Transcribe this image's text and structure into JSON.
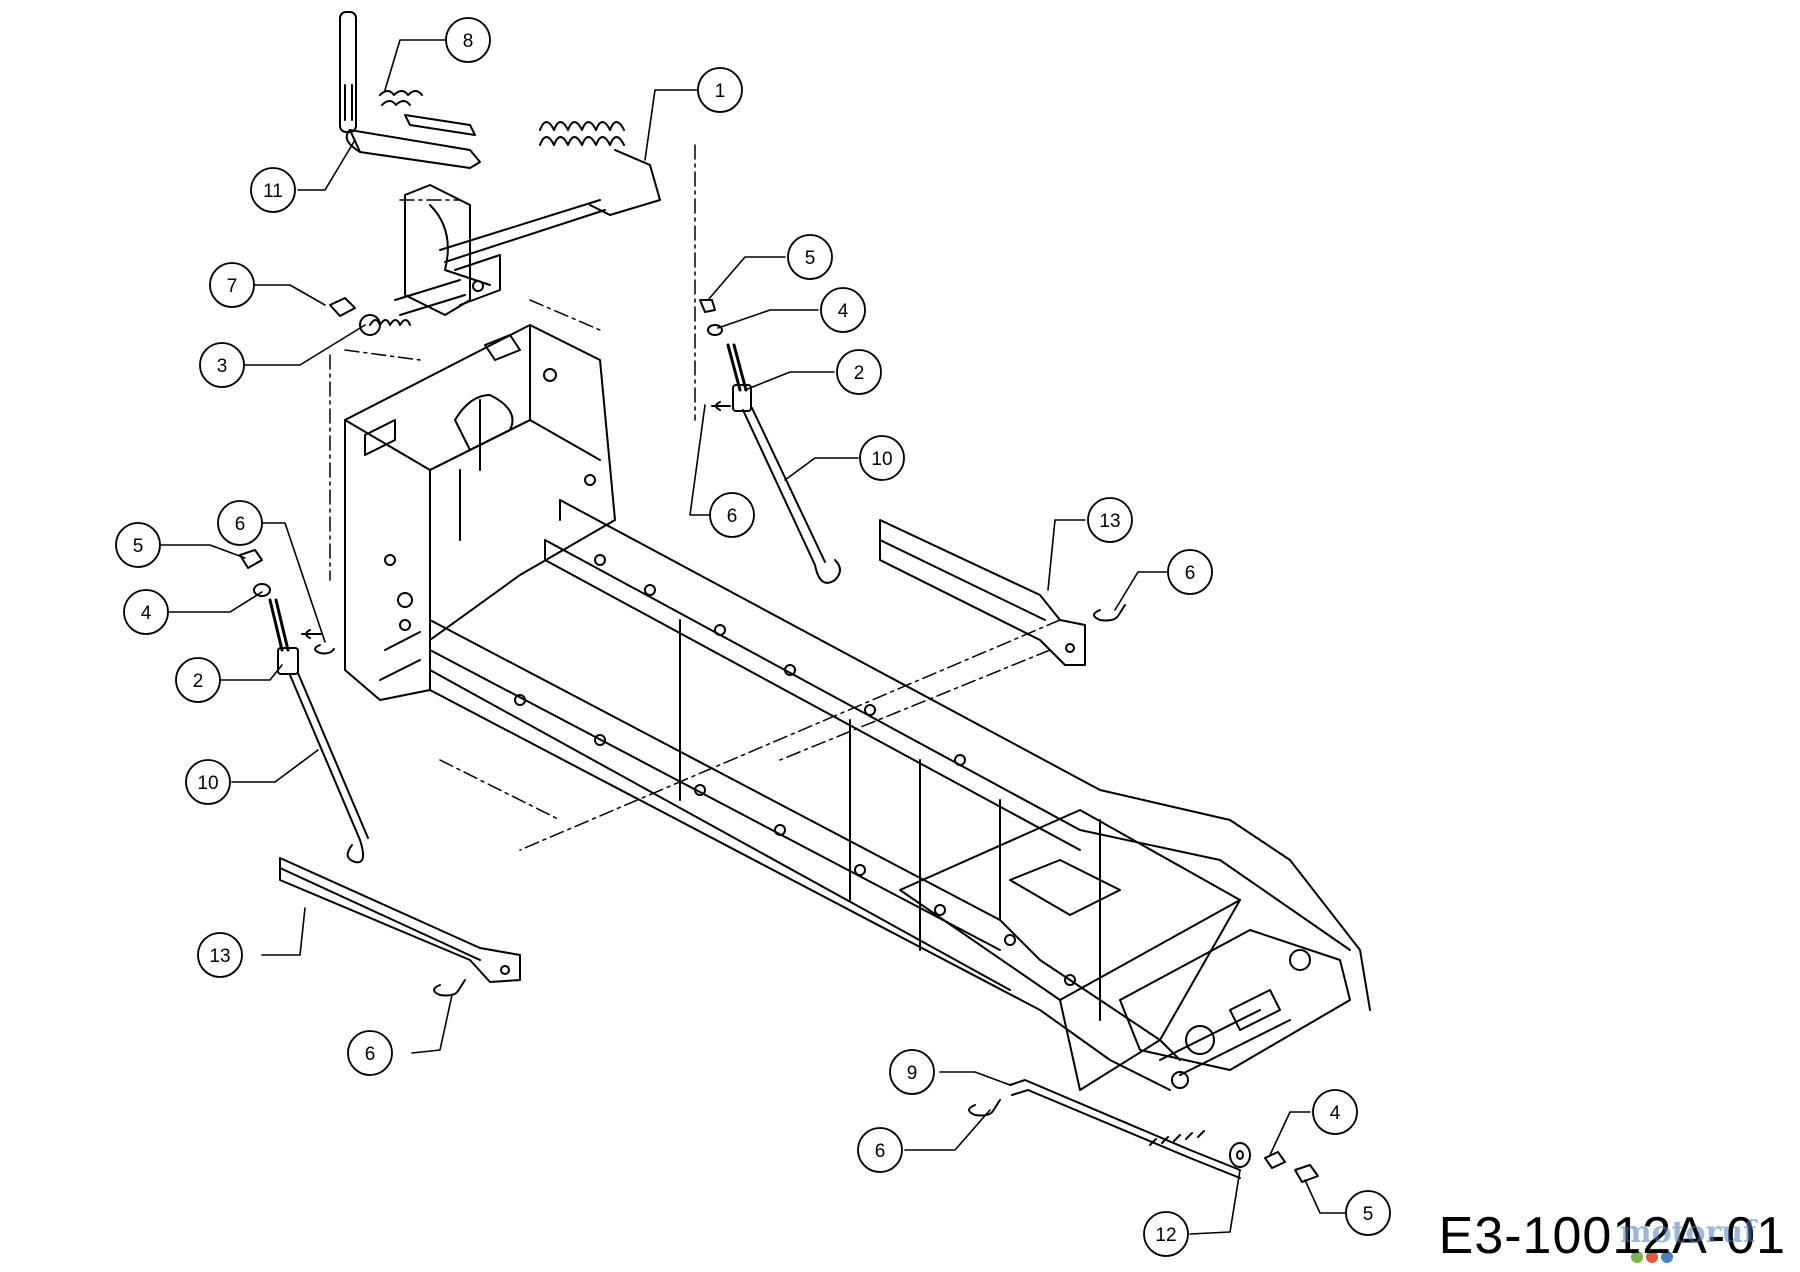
{
  "figure_id": "E3-10012A-01",
  "watermark": "motoruf",
  "colors": {
    "line": "#000000",
    "background": "#ffffff",
    "watermark": "#4a7fc0"
  },
  "callouts": [
    {
      "id": "c8",
      "label": "8"
    },
    {
      "id": "c1",
      "label": "1"
    },
    {
      "id": "c11",
      "label": "11"
    },
    {
      "id": "c7",
      "label": "7"
    },
    {
      "id": "c3",
      "label": "3"
    },
    {
      "id": "c5a",
      "label": "5"
    },
    {
      "id": "c4a",
      "label": "4"
    },
    {
      "id": "c2a",
      "label": "2"
    },
    {
      "id": "c10a",
      "label": "10"
    },
    {
      "id": "c6a",
      "label": "6"
    },
    {
      "id": "c13a",
      "label": "13"
    },
    {
      "id": "c6b",
      "label": "6"
    },
    {
      "id": "c6c",
      "label": "6"
    },
    {
      "id": "c5b",
      "label": "5"
    },
    {
      "id": "c4b",
      "label": "4"
    },
    {
      "id": "c2b",
      "label": "2"
    },
    {
      "id": "c10b",
      "label": "10"
    },
    {
      "id": "c13b",
      "label": "13"
    },
    {
      "id": "c6d",
      "label": "6"
    },
    {
      "id": "c9",
      "label": "9"
    },
    {
      "id": "c6e",
      "label": "6"
    },
    {
      "id": "c4c",
      "label": "4"
    },
    {
      "id": "c12",
      "label": "12"
    },
    {
      "id": "c5c",
      "label": "5"
    }
  ]
}
